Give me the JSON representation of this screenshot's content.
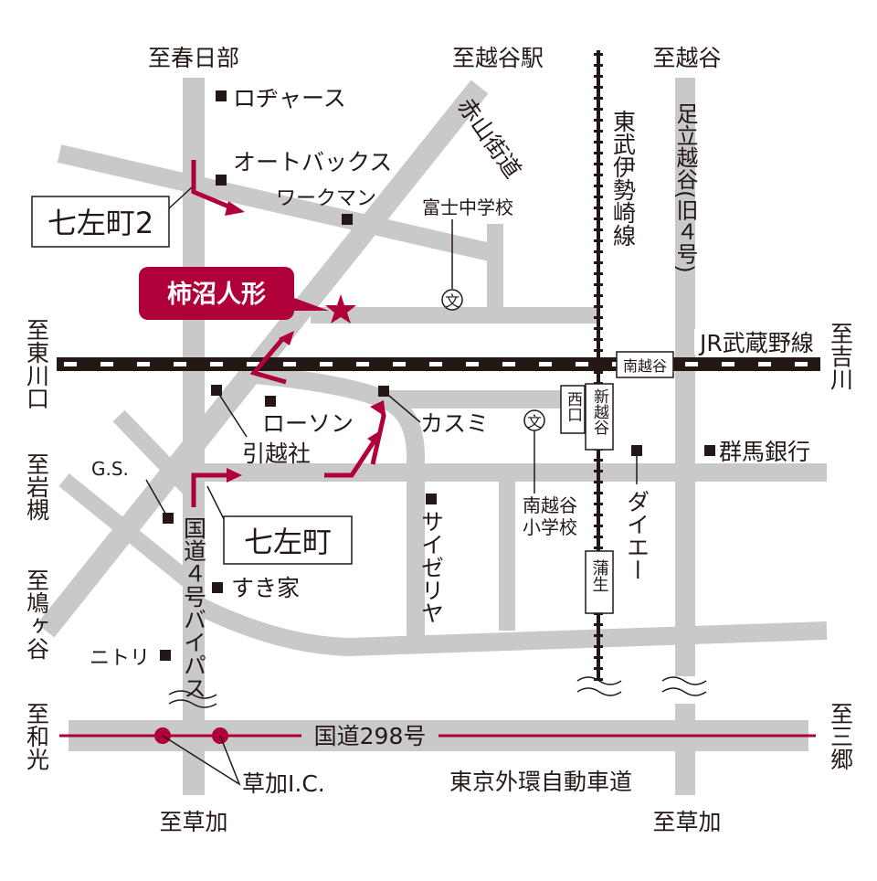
{
  "colors": {
    "road": "#c9c9ca",
    "accent": "#b0003a",
    "rail": "#231815"
  },
  "directions": {
    "kasukabe": "至春日部",
    "koshigaya_eki": "至越谷駅",
    "koshigaya": "至越谷",
    "higashikawaguchi": "至東川口",
    "yoshikawa": "至吉川",
    "iwatsuki": "至岩槻",
    "hatogaya": "至鳩ヶ谷",
    "wako": "至和光",
    "misato": "至三郷",
    "soka_left": "至草加",
    "soka_right": "至草加"
  },
  "roads": {
    "akayama": "赤山街道",
    "route4_bypass": "国道４号バイパス",
    "route298": "国道298号",
    "gaikan": "東京外環自動車道",
    "adachi_koshigaya": "足立越谷(旧４号)"
  },
  "railways": {
    "tobu": "東武伊勢崎線",
    "jr": "JR武蔵野線"
  },
  "stations": {
    "minami_koshigaya": "南越谷",
    "shin_koshigaya": "新越谷",
    "nishiguchi": "西口",
    "gamo": "蒲生"
  },
  "landmarks": {
    "royal": "ロヂャース",
    "autobacs": "オートバックス",
    "workman": "ワークマン",
    "fuji_jhs": "富士中学校",
    "lawson": "ローソン",
    "hikkoshi": "引越社",
    "kasumi": "カスミ",
    "gs": "G.S.",
    "sukiya": "すき家",
    "nitori": "ニトリ",
    "saizeriya": "サイゼリヤ",
    "minami_es": "南越谷小学校",
    "daiei": "ダイエー",
    "gunma_bank": "群馬銀行",
    "ic": "草加I.C."
  },
  "areas": {
    "shichizacho2": "七左町2",
    "shichizacho": "七左町"
  },
  "destination": {
    "name": "柿沼人形"
  },
  "school_symbol": "文"
}
